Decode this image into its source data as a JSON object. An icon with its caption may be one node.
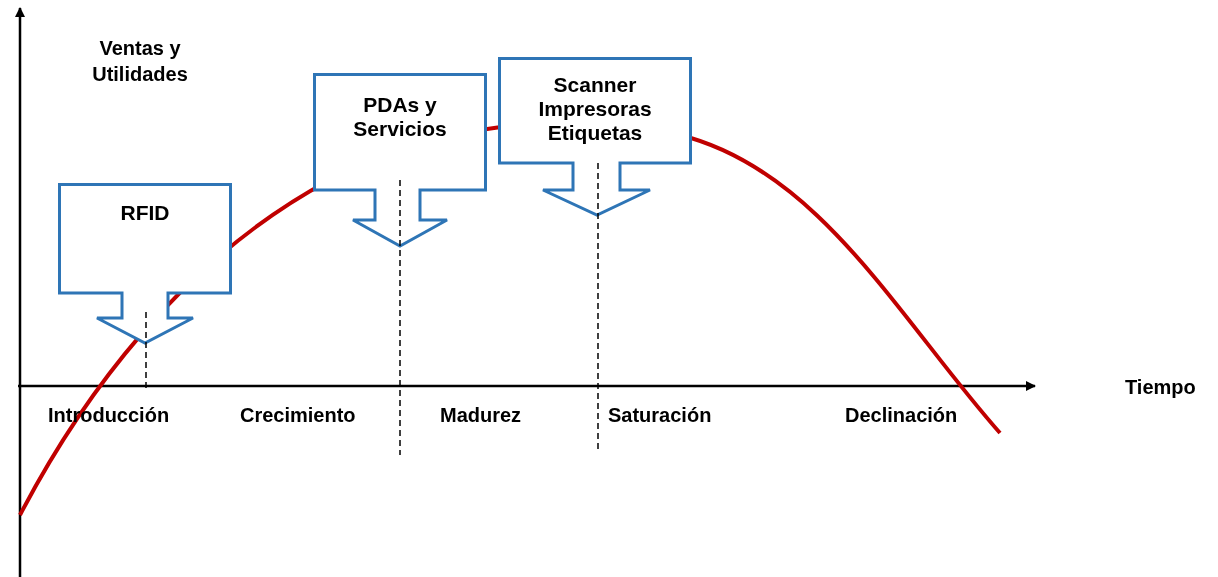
{
  "diagram": {
    "nodes": [
      {
        "text": [
          "RFID"
        ]
      },
      {
        "text": [
          "PDAs y Servicios"
        ]
      },
      {
        "text": [
          "Scanner Impresoras Etiquetas"
        ]
      }
    ],
    "labels": [
      "Ventas y Utilidades",
      "Tiempo",
      "Introducción",
      "Crecimiento",
      "Madurez",
      "Saturación",
      "Declinación"
    ]
  }
}
